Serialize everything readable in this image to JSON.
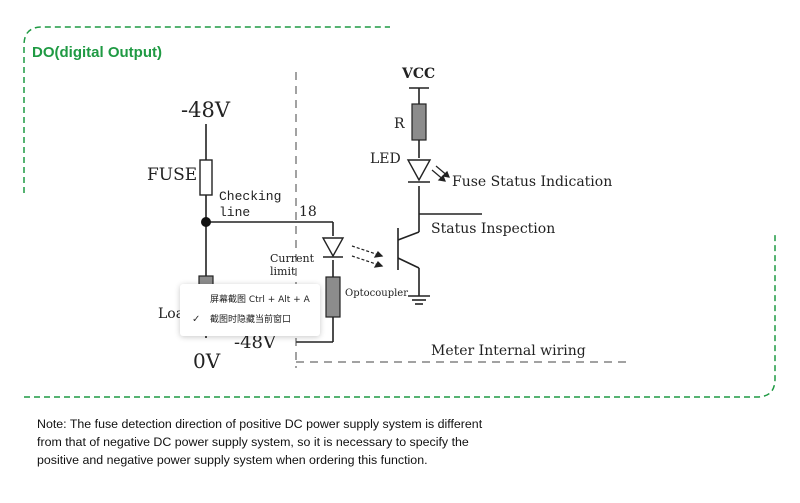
{
  "title": "DO(digital Output)",
  "labels": {
    "minus48v_top": "-48V",
    "fuse": "FUSE",
    "checking": "Checking",
    "line": "line",
    "pin18": "18",
    "current": "Current",
    "limit": "limit",
    "optocoupler": "Optocoupler",
    "vcc": "VCC",
    "r": "R",
    "led": "LED",
    "fuse_status": "Fuse Status Indication",
    "status_inspection": "Status Inspection",
    "load": "Loa",
    "minus48v_bottom": "-48V",
    "zero_v": "0V",
    "meter_internal": "Meter Internal wiring"
  },
  "context_menu": {
    "items": [
      {
        "label": "屏幕截图 Ctrl + Alt + A",
        "checked": false
      },
      {
        "label": "截图时隐藏当前窗口",
        "checked": true
      }
    ]
  },
  "note": "Note: The fuse detection direction of positive DC power supply system is different from that of negative DC power supply system, so it is necessary to specify the positive and negative power supply system when ordering this function.",
  "colors": {
    "accent": "#1f9a43",
    "component_fill": "#8c8c8c",
    "line": "#222222"
  }
}
